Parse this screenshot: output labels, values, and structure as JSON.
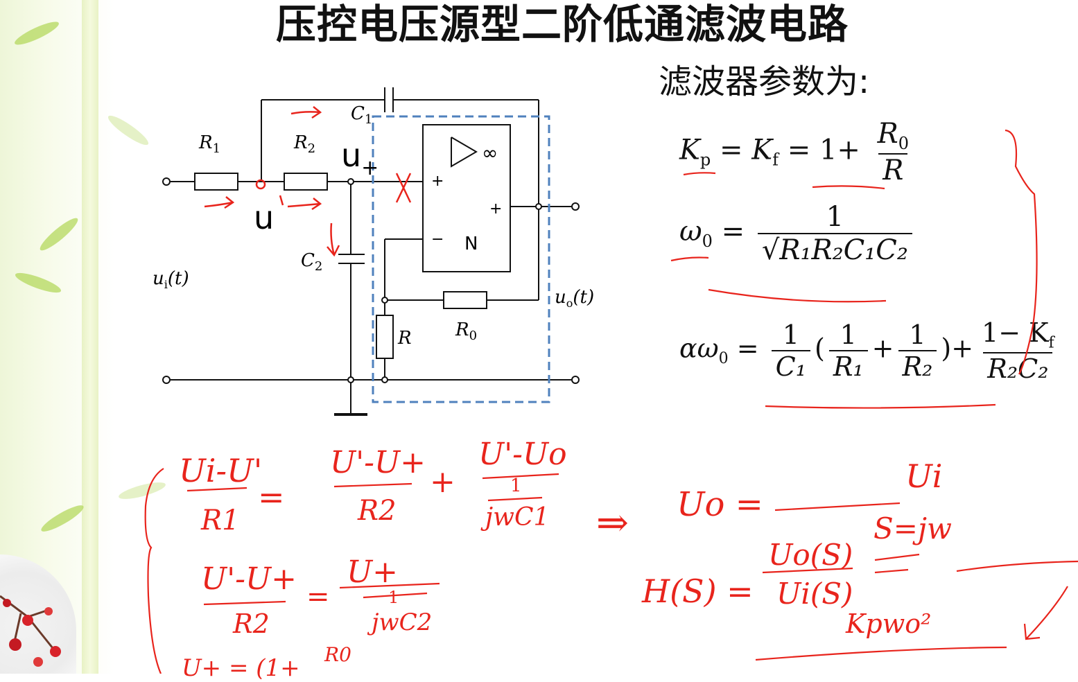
{
  "slide": {
    "title": "压控电压源型二阶低通滤波电路",
    "params_label": "滤波器参数为:"
  },
  "circuit": {
    "labels": {
      "R1": "R",
      "R1_sub": "1",
      "R2": "R",
      "R2_sub": "2",
      "C1": "C",
      "C1_sub": "1",
      "C2": "C",
      "C2_sub": "2",
      "R": "R",
      "R0": "R",
      "R0_sub": "0",
      "u_plus": "u",
      "u_plus_sub": "+",
      "u_prime": "u",
      "ui": "u",
      "ui_sub": "i",
      "ui_arg": "(t)",
      "uo": "u",
      "uo_sub": "o",
      "uo_arg": "(t)",
      "opamp_gain": "∞",
      "opamp_node": "N",
      "plus_in": "+",
      "minus_in": "−",
      "plus_out": "+"
    }
  },
  "formulas": {
    "kp": {
      "lhs": "K",
      "lhs_sub": "p",
      "mid": "K",
      "mid_sub": "f",
      "eq": "= 1+",
      "num": "R",
      "num_sub": "0",
      "den": "R"
    },
    "w0": {
      "lhs": "ω",
      "lhs_sub": "0",
      "num": "1",
      "den": "√R₁R₂C₁C₂"
    },
    "aw0": {
      "lhs": "αω",
      "lhs_sub": "0",
      "t1_num": "1",
      "t1_den": "C₁",
      "t2_num": "1",
      "t2_den": "R₁",
      "t3_num": "1",
      "t3_den": "R₂",
      "t4_num": "1− K",
      "t4_num_sub": "f",
      "t4_den": "R₂C₂"
    }
  },
  "handwriting": {
    "eq1_lhs_num": "Ui-U'",
    "eq1_lhs_den": "R1",
    "eq1_t1_num": "U'-U+",
    "eq1_t1_den": "R2",
    "eq1_t2_num": "U'-Uo",
    "eq1_t2_mid": "1",
    "eq1_t2_den": "jwC1",
    "eq2_lhs_num": "U'-U+",
    "eq2_lhs_den": "R2",
    "eq2_rhs_num": "U+",
    "eq2_rhs_mid": "1",
    "eq2_rhs_den": "jwC2",
    "eq3_partial": "U+ = (1+",
    "eq3_r0": "R0",
    "implies": "⇒",
    "uo_eq": "Uo =",
    "ui_num": "Ui",
    "s_jw": "S=jw",
    "h_lhs": "H(S) =",
    "h_num": "Uo(S)",
    "h_den": "Ui(S)",
    "kp_w0": "Kpwo²"
  },
  "colors": {
    "ink": "#111111",
    "handwriting": "#e8241c",
    "dashed_box": "#4f81bd",
    "leaf": "#b4d85e"
  }
}
